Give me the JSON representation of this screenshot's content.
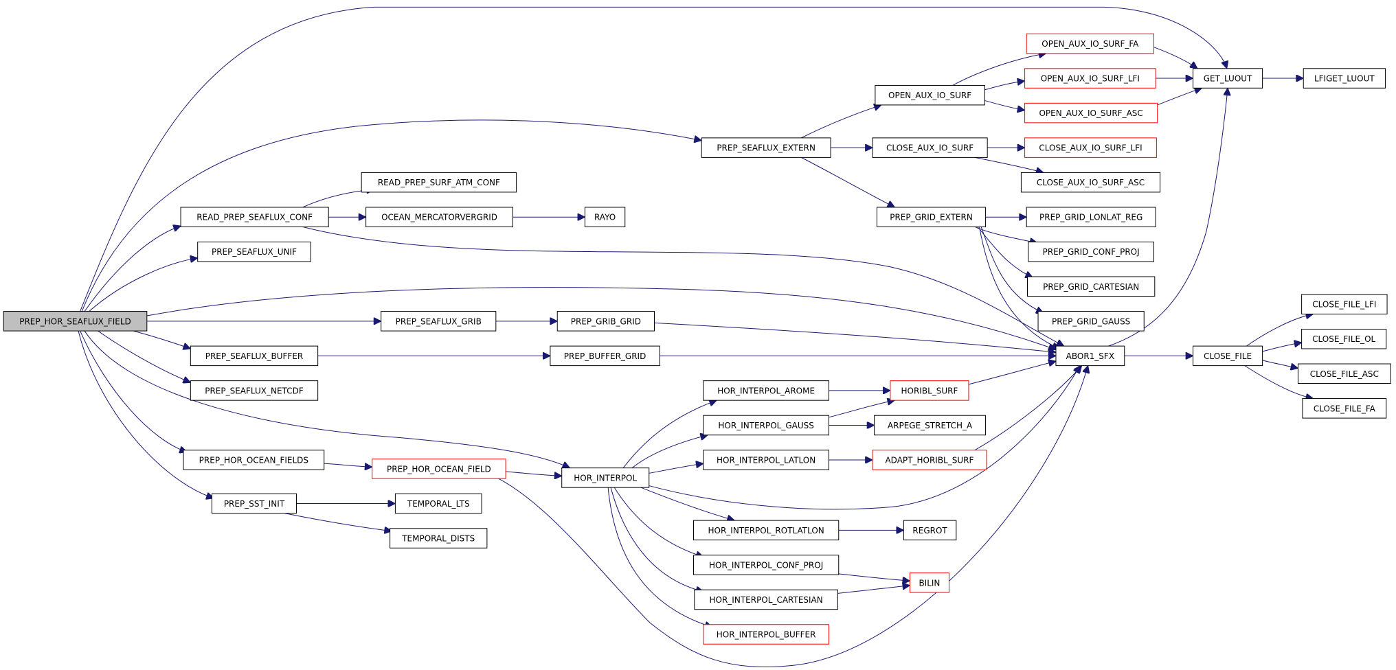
{
  "diagram": {
    "nodes": [
      {
        "id": "PREP_HOR_SEAFLUX_FIELD",
        "label": "PREP_HOR_SEAFLUX_FIELD",
        "style": "root"
      },
      {
        "id": "GET_LUOUT",
        "label": "GET_LUOUT",
        "style": "black"
      },
      {
        "id": "LFIGET_LUOUT",
        "label": "LFIGET_LUOUT",
        "style": "black"
      },
      {
        "id": "OPEN_AUX_IO_SURF_FA",
        "label": "OPEN_AUX_IO_SURF_FA",
        "style": "red"
      },
      {
        "id": "OPEN_AUX_IO_SURF",
        "label": "OPEN_AUX_IO_SURF",
        "style": "black"
      },
      {
        "id": "OPEN_AUX_IO_SURF_LFI",
        "label": "OPEN_AUX_IO_SURF_LFI",
        "style": "red"
      },
      {
        "id": "OPEN_AUX_IO_SURF_ASC",
        "label": "OPEN_AUX_IO_SURF_ASC",
        "style": "red"
      },
      {
        "id": "PREP_SEAFLUX_EXTERN",
        "label": "PREP_SEAFLUX_EXTERN",
        "style": "black"
      },
      {
        "id": "CLOSE_AUX_IO_SURF",
        "label": "CLOSE_AUX_IO_SURF",
        "style": "black"
      },
      {
        "id": "CLOSE_AUX_IO_SURF_LFI",
        "label": "CLOSE_AUX_IO_SURF_LFI",
        "style": "red"
      },
      {
        "id": "CLOSE_AUX_IO_SURF_ASC",
        "label": "CLOSE_AUX_IO_SURF_ASC",
        "style": "black"
      },
      {
        "id": "READ_PREP_SURF_ATM_CONF",
        "label": "READ_PREP_SURF_ATM_CONF",
        "style": "black"
      },
      {
        "id": "READ_PREP_SEAFLUX_CONF",
        "label": "READ_PREP_SEAFLUX_CONF",
        "style": "black"
      },
      {
        "id": "OCEAN_MERCATORVERGRID",
        "label": "OCEAN_MERCATORVERGRID",
        "style": "black"
      },
      {
        "id": "RAYO",
        "label": "RAYO",
        "style": "black"
      },
      {
        "id": "PREP_GRID_EXTERN",
        "label": "PREP_GRID_EXTERN",
        "style": "black"
      },
      {
        "id": "PREP_GRID_LONLAT_REG",
        "label": "PREP_GRID_LONLAT_REG",
        "style": "black"
      },
      {
        "id": "PREP_SEAFLUX_UNIF",
        "label": "PREP_SEAFLUX_UNIF",
        "style": "black"
      },
      {
        "id": "PREP_GRID_CONF_PROJ",
        "label": "PREP_GRID_CONF_PROJ",
        "style": "black"
      },
      {
        "id": "PREP_GRID_CARTESIAN",
        "label": "PREP_GRID_CARTESIAN",
        "style": "black"
      },
      {
        "id": "CLOSE_FILE_LFI",
        "label": "CLOSE_FILE_LFI",
        "style": "black"
      },
      {
        "id": "PREP_SEAFLUX_GRIB",
        "label": "PREP_SEAFLUX_GRIB",
        "style": "black"
      },
      {
        "id": "PREP_GRIB_GRID",
        "label": "PREP_GRIB_GRID",
        "style": "black"
      },
      {
        "id": "PREP_GRID_GAUSS",
        "label": "PREP_GRID_GAUSS",
        "style": "black"
      },
      {
        "id": "CLOSE_FILE_OL",
        "label": "CLOSE_FILE_OL",
        "style": "black"
      },
      {
        "id": "PREP_SEAFLUX_BUFFER",
        "label": "PREP_SEAFLUX_BUFFER",
        "style": "black"
      },
      {
        "id": "PREP_BUFFER_GRID",
        "label": "PREP_BUFFER_GRID",
        "style": "black"
      },
      {
        "id": "ABOR1_SFX",
        "label": "ABOR1_SFX",
        "style": "black"
      },
      {
        "id": "CLOSE_FILE",
        "label": "CLOSE_FILE",
        "style": "black"
      },
      {
        "id": "CLOSE_FILE_ASC",
        "label": "CLOSE_FILE_ASC",
        "style": "black"
      },
      {
        "id": "PREP_SEAFLUX_NETCDF",
        "label": "PREP_SEAFLUX_NETCDF",
        "style": "black"
      },
      {
        "id": "HOR_INTERPOL_AROME",
        "label": "HOR_INTERPOL_AROME",
        "style": "black"
      },
      {
        "id": "HORIBL_SURF",
        "label": "HORIBL_SURF",
        "style": "red"
      },
      {
        "id": "CLOSE_FILE_FA",
        "label": "CLOSE_FILE_FA",
        "style": "black"
      },
      {
        "id": "HOR_INTERPOL_GAUSS",
        "label": "HOR_INTERPOL_GAUSS",
        "style": "black"
      },
      {
        "id": "ARPEGE_STRETCH_A",
        "label": "ARPEGE_STRETCH_A",
        "style": "black"
      },
      {
        "id": "PREP_HOR_OCEAN_FIELDS",
        "label": "PREP_HOR_OCEAN_FIELDS",
        "style": "black"
      },
      {
        "id": "PREP_HOR_OCEAN_FIELD",
        "label": "PREP_HOR_OCEAN_FIELD",
        "style": "red"
      },
      {
        "id": "HOR_INTERPOL_LATLON",
        "label": "HOR_INTERPOL_LATLON",
        "style": "black"
      },
      {
        "id": "ADAPT_HORIBL_SURF",
        "label": "ADAPT_HORIBL_SURF",
        "style": "red"
      },
      {
        "id": "HOR_INTERPOL",
        "label": "HOR_INTERPOL",
        "style": "black"
      },
      {
        "id": "PREP_SST_INIT",
        "label": "PREP_SST_INIT",
        "style": "black"
      },
      {
        "id": "TEMPORAL_LTS",
        "label": "TEMPORAL_LTS",
        "style": "black"
      },
      {
        "id": "HOR_INTERPOL_ROTLATLON",
        "label": "HOR_INTERPOL_ROTLATLON",
        "style": "black"
      },
      {
        "id": "REGROT",
        "label": "REGROT",
        "style": "black"
      },
      {
        "id": "TEMPORAL_DISTS",
        "label": "TEMPORAL_DISTS",
        "style": "black"
      },
      {
        "id": "HOR_INTERPOL_CONF_PROJ",
        "label": "HOR_INTERPOL_CONF_PROJ",
        "style": "black"
      },
      {
        "id": "BILIN",
        "label": "BILIN",
        "style": "red"
      },
      {
        "id": "HOR_INTERPOL_CARTESIAN",
        "label": "HOR_INTERPOL_CARTESIAN",
        "style": "black"
      },
      {
        "id": "HOR_INTERPOL_BUFFER",
        "label": "HOR_INTERPOL_BUFFER",
        "style": "red"
      }
    ],
    "edges": [
      [
        "PREP_HOR_SEAFLUX_FIELD",
        "GET_LUOUT"
      ],
      [
        "PREP_HOR_SEAFLUX_FIELD",
        "PREP_SEAFLUX_EXTERN"
      ],
      [
        "PREP_HOR_SEAFLUX_FIELD",
        "READ_PREP_SEAFLUX_CONF"
      ],
      [
        "PREP_HOR_SEAFLUX_FIELD",
        "PREP_SEAFLUX_UNIF"
      ],
      [
        "PREP_HOR_SEAFLUX_FIELD",
        "ABOR1_SFX"
      ],
      [
        "PREP_HOR_SEAFLUX_FIELD",
        "PREP_SEAFLUX_GRIB"
      ],
      [
        "PREP_HOR_SEAFLUX_FIELD",
        "PREP_SEAFLUX_BUFFER"
      ],
      [
        "PREP_HOR_SEAFLUX_FIELD",
        "PREP_SEAFLUX_NETCDF"
      ],
      [
        "PREP_HOR_SEAFLUX_FIELD",
        "HOR_INTERPOL"
      ],
      [
        "PREP_HOR_SEAFLUX_FIELD",
        "PREP_HOR_OCEAN_FIELDS"
      ],
      [
        "PREP_HOR_SEAFLUX_FIELD",
        "PREP_SST_INIT"
      ],
      [
        "GET_LUOUT",
        "LFIGET_LUOUT"
      ],
      [
        "OPEN_AUX_IO_SURF_FA",
        "GET_LUOUT"
      ],
      [
        "OPEN_AUX_IO_SURF_LFI",
        "GET_LUOUT"
      ],
      [
        "OPEN_AUX_IO_SURF",
        "OPEN_AUX_IO_SURF_FA"
      ],
      [
        "OPEN_AUX_IO_SURF",
        "OPEN_AUX_IO_SURF_LFI"
      ],
      [
        "OPEN_AUX_IO_SURF",
        "OPEN_AUX_IO_SURF_ASC"
      ],
      [
        "OPEN_AUX_IO_SURF_ASC",
        "GET_LUOUT"
      ],
      [
        "PREP_SEAFLUX_EXTERN",
        "OPEN_AUX_IO_SURF"
      ],
      [
        "PREP_SEAFLUX_EXTERN",
        "CLOSE_AUX_IO_SURF"
      ],
      [
        "PREP_SEAFLUX_EXTERN",
        "PREP_GRID_EXTERN"
      ],
      [
        "CLOSE_AUX_IO_SURF",
        "CLOSE_AUX_IO_SURF_LFI"
      ],
      [
        "CLOSE_AUX_IO_SURF",
        "CLOSE_AUX_IO_SURF_ASC"
      ],
      [
        "READ_PREP_SEAFLUX_CONF",
        "READ_PREP_SURF_ATM_CONF"
      ],
      [
        "READ_PREP_SEAFLUX_CONF",
        "OCEAN_MERCATORVERGRID"
      ],
      [
        "READ_PREP_SEAFLUX_CONF",
        "ABOR1_SFX"
      ],
      [
        "OCEAN_MERCATORVERGRID",
        "RAYO"
      ],
      [
        "PREP_GRID_EXTERN",
        "PREP_GRID_LONLAT_REG"
      ],
      [
        "PREP_GRID_EXTERN",
        "PREP_GRID_CONF_PROJ"
      ],
      [
        "PREP_GRID_EXTERN",
        "PREP_GRID_CARTESIAN"
      ],
      [
        "PREP_GRID_EXTERN",
        "PREP_GRID_GAUSS"
      ],
      [
        "PREP_GRID_EXTERN",
        "ABOR1_SFX"
      ],
      [
        "PREP_SEAFLUX_GRIB",
        "PREP_GRIB_GRID"
      ],
      [
        "PREP_GRIB_GRID",
        "ABOR1_SFX"
      ],
      [
        "PREP_SEAFLUX_BUFFER",
        "PREP_BUFFER_GRID"
      ],
      [
        "PREP_BUFFER_GRID",
        "ABOR1_SFX"
      ],
      [
        "ABOR1_SFX",
        "GET_LUOUT"
      ],
      [
        "ABOR1_SFX",
        "CLOSE_FILE"
      ],
      [
        "CLOSE_FILE",
        "CLOSE_FILE_LFI"
      ],
      [
        "CLOSE_FILE",
        "CLOSE_FILE_OL"
      ],
      [
        "CLOSE_FILE",
        "CLOSE_FILE_ASC"
      ],
      [
        "CLOSE_FILE",
        "CLOSE_FILE_FA"
      ],
      [
        "HOR_INTERPOL_AROME",
        "HORIBL_SURF"
      ],
      [
        "HORIBL_SURF",
        "ABOR1_SFX"
      ],
      [
        "HOR_INTERPOL_GAUSS",
        "HORIBL_SURF"
      ],
      [
        "HOR_INTERPOL_GAUSS",
        "ARPEGE_STRETCH_A"
      ],
      [
        "PREP_HOR_OCEAN_FIELDS",
        "PREP_HOR_OCEAN_FIELD"
      ],
      [
        "PREP_HOR_OCEAN_FIELD",
        "HOR_INTERPOL"
      ],
      [
        "PREP_HOR_OCEAN_FIELD",
        "ABOR1_SFX"
      ],
      [
        "HOR_INTERPOL_LATLON",
        "ADAPT_HORIBL_SURF"
      ],
      [
        "ADAPT_HORIBL_SURF",
        "ABOR1_SFX"
      ],
      [
        "HOR_INTERPOL",
        "HOR_INTERPOL_AROME"
      ],
      [
        "HOR_INTERPOL",
        "HOR_INTERPOL_GAUSS"
      ],
      [
        "HOR_INTERPOL",
        "HOR_INTERPOL_LATLON"
      ],
      [
        "HOR_INTERPOL",
        "ABOR1_SFX"
      ],
      [
        "HOR_INTERPOL",
        "HOR_INTERPOL_ROTLATLON"
      ],
      [
        "HOR_INTERPOL",
        "HOR_INTERPOL_CONF_PROJ"
      ],
      [
        "HOR_INTERPOL",
        "HOR_INTERPOL_CARTESIAN"
      ],
      [
        "HOR_INTERPOL",
        "HOR_INTERPOL_BUFFER"
      ],
      [
        "PREP_SST_INIT",
        "TEMPORAL_LTS"
      ],
      [
        "PREP_SST_INIT",
        "TEMPORAL_DISTS"
      ],
      [
        "HOR_INTERPOL_ROTLATLON",
        "REGROT"
      ],
      [
        "HOR_INTERPOL_CONF_PROJ",
        "BILIN"
      ],
      [
        "HOR_INTERPOL_CARTESIAN",
        "BILIN"
      ]
    ]
  }
}
